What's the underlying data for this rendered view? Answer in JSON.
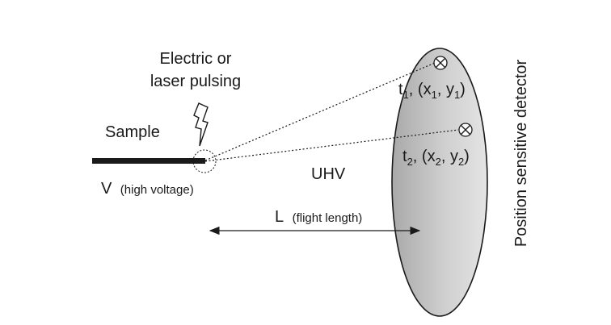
{
  "pulsing": {
    "line1": "Electric or",
    "line2": "laser pulsing"
  },
  "sample": {
    "label": "Sample"
  },
  "voltage": {
    "main": "V",
    "note": "(high voltage)"
  },
  "chamber": {
    "label": "UHV"
  },
  "flight": {
    "main": "L",
    "note": "(flight length)"
  },
  "detector": {
    "label": "Position sensitive detector",
    "fill": "#c4c4c4"
  },
  "hit1": {
    "t": "t",
    "sub": "1",
    "x": "x",
    "xsub": "1",
    "y": "y",
    "ysub": "1"
  },
  "hit2": {
    "t": "t",
    "sub": "2",
    "x": "x",
    "xsub": "2",
    "y": "y",
    "ysub": "2"
  }
}
